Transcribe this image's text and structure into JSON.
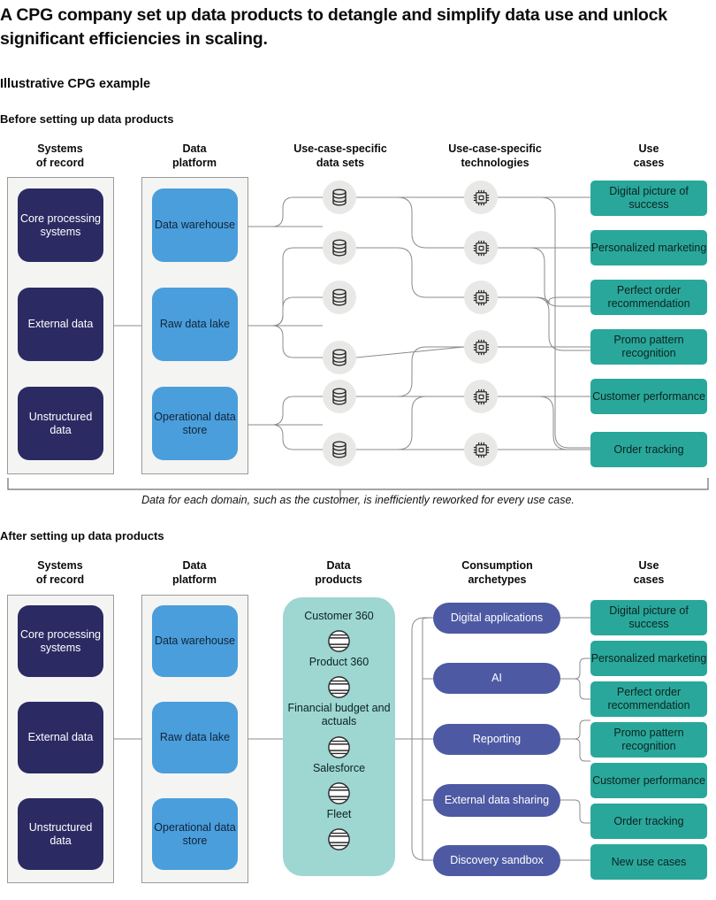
{
  "title": "A CPG company set up data products to detangle and simplify data use and unlock significant efficiencies in scaling.",
  "subtitle": "Illustrative CPG example",
  "sections": {
    "before": {
      "label": "Before setting up data products",
      "caption": "Data for each domain, such as the customer, is inefficiently reworked for every use case.",
      "headers": [
        {
          "line1": "Systems",
          "line2": "of record"
        },
        {
          "line1": "Data",
          "line2": "platform"
        },
        {
          "line1": "Use-case-specific",
          "line2": "data sets"
        },
        {
          "line1": "Use-case-specific",
          "line2": "technologies"
        },
        {
          "line1": "Use",
          "line2": "cases"
        }
      ],
      "systems_of_record": [
        "Core processing systems",
        "External data",
        "Unstructured data"
      ],
      "data_platform": [
        "Data warehouse",
        "Raw data lake",
        "Operational data store"
      ],
      "data_sets_icon": "database-icon",
      "data_sets_count": 6,
      "technologies_icon": "chip-icon",
      "technologies_count": 6,
      "use_cases": [
        "Digital picture of success",
        "Personalized marketing",
        "Perfect order recommendation",
        "Promo pattern recognition",
        "Customer performance",
        "Order tracking"
      ]
    },
    "after": {
      "label": "After setting up data products",
      "headers": [
        {
          "line1": "Systems",
          "line2": "of record"
        },
        {
          "line1": "Data",
          "line2": "platform"
        },
        {
          "line1": "Data",
          "line2": "products"
        },
        {
          "line1": "Consumption",
          "line2": "archetypes"
        },
        {
          "line1": "Use",
          "line2": "cases"
        }
      ],
      "systems_of_record": [
        "Core processing systems",
        "External data",
        "Unstructured data"
      ],
      "data_platform": [
        "Data warehouse",
        "Raw data lake",
        "Operational data store"
      ],
      "data_products": [
        "Customer 360",
        "Product 360",
        "Financial budget and actuals",
        "Salesforce",
        "Fleet"
      ],
      "data_product_icon": "sphere-icon",
      "consumption_archetypes": [
        "Digital applications",
        "AI",
        "Reporting",
        "External data sharing",
        "Discovery sandbox"
      ],
      "use_cases": [
        "Digital picture of success",
        "Personalized marketing",
        "Perfect order recommendation",
        "Promo pattern recognition",
        "Customer performance",
        "Order tracking",
        "New use cases"
      ]
    }
  },
  "colors": {
    "navy": "#2b2a63",
    "blue": "#4a9edb",
    "teal": "#2aa79b",
    "purple": "#4d5aa3",
    "data_product_fill": "#9ed6d2",
    "frame_fill": "#f4f4f2",
    "wire": "#8b8b8b"
  }
}
